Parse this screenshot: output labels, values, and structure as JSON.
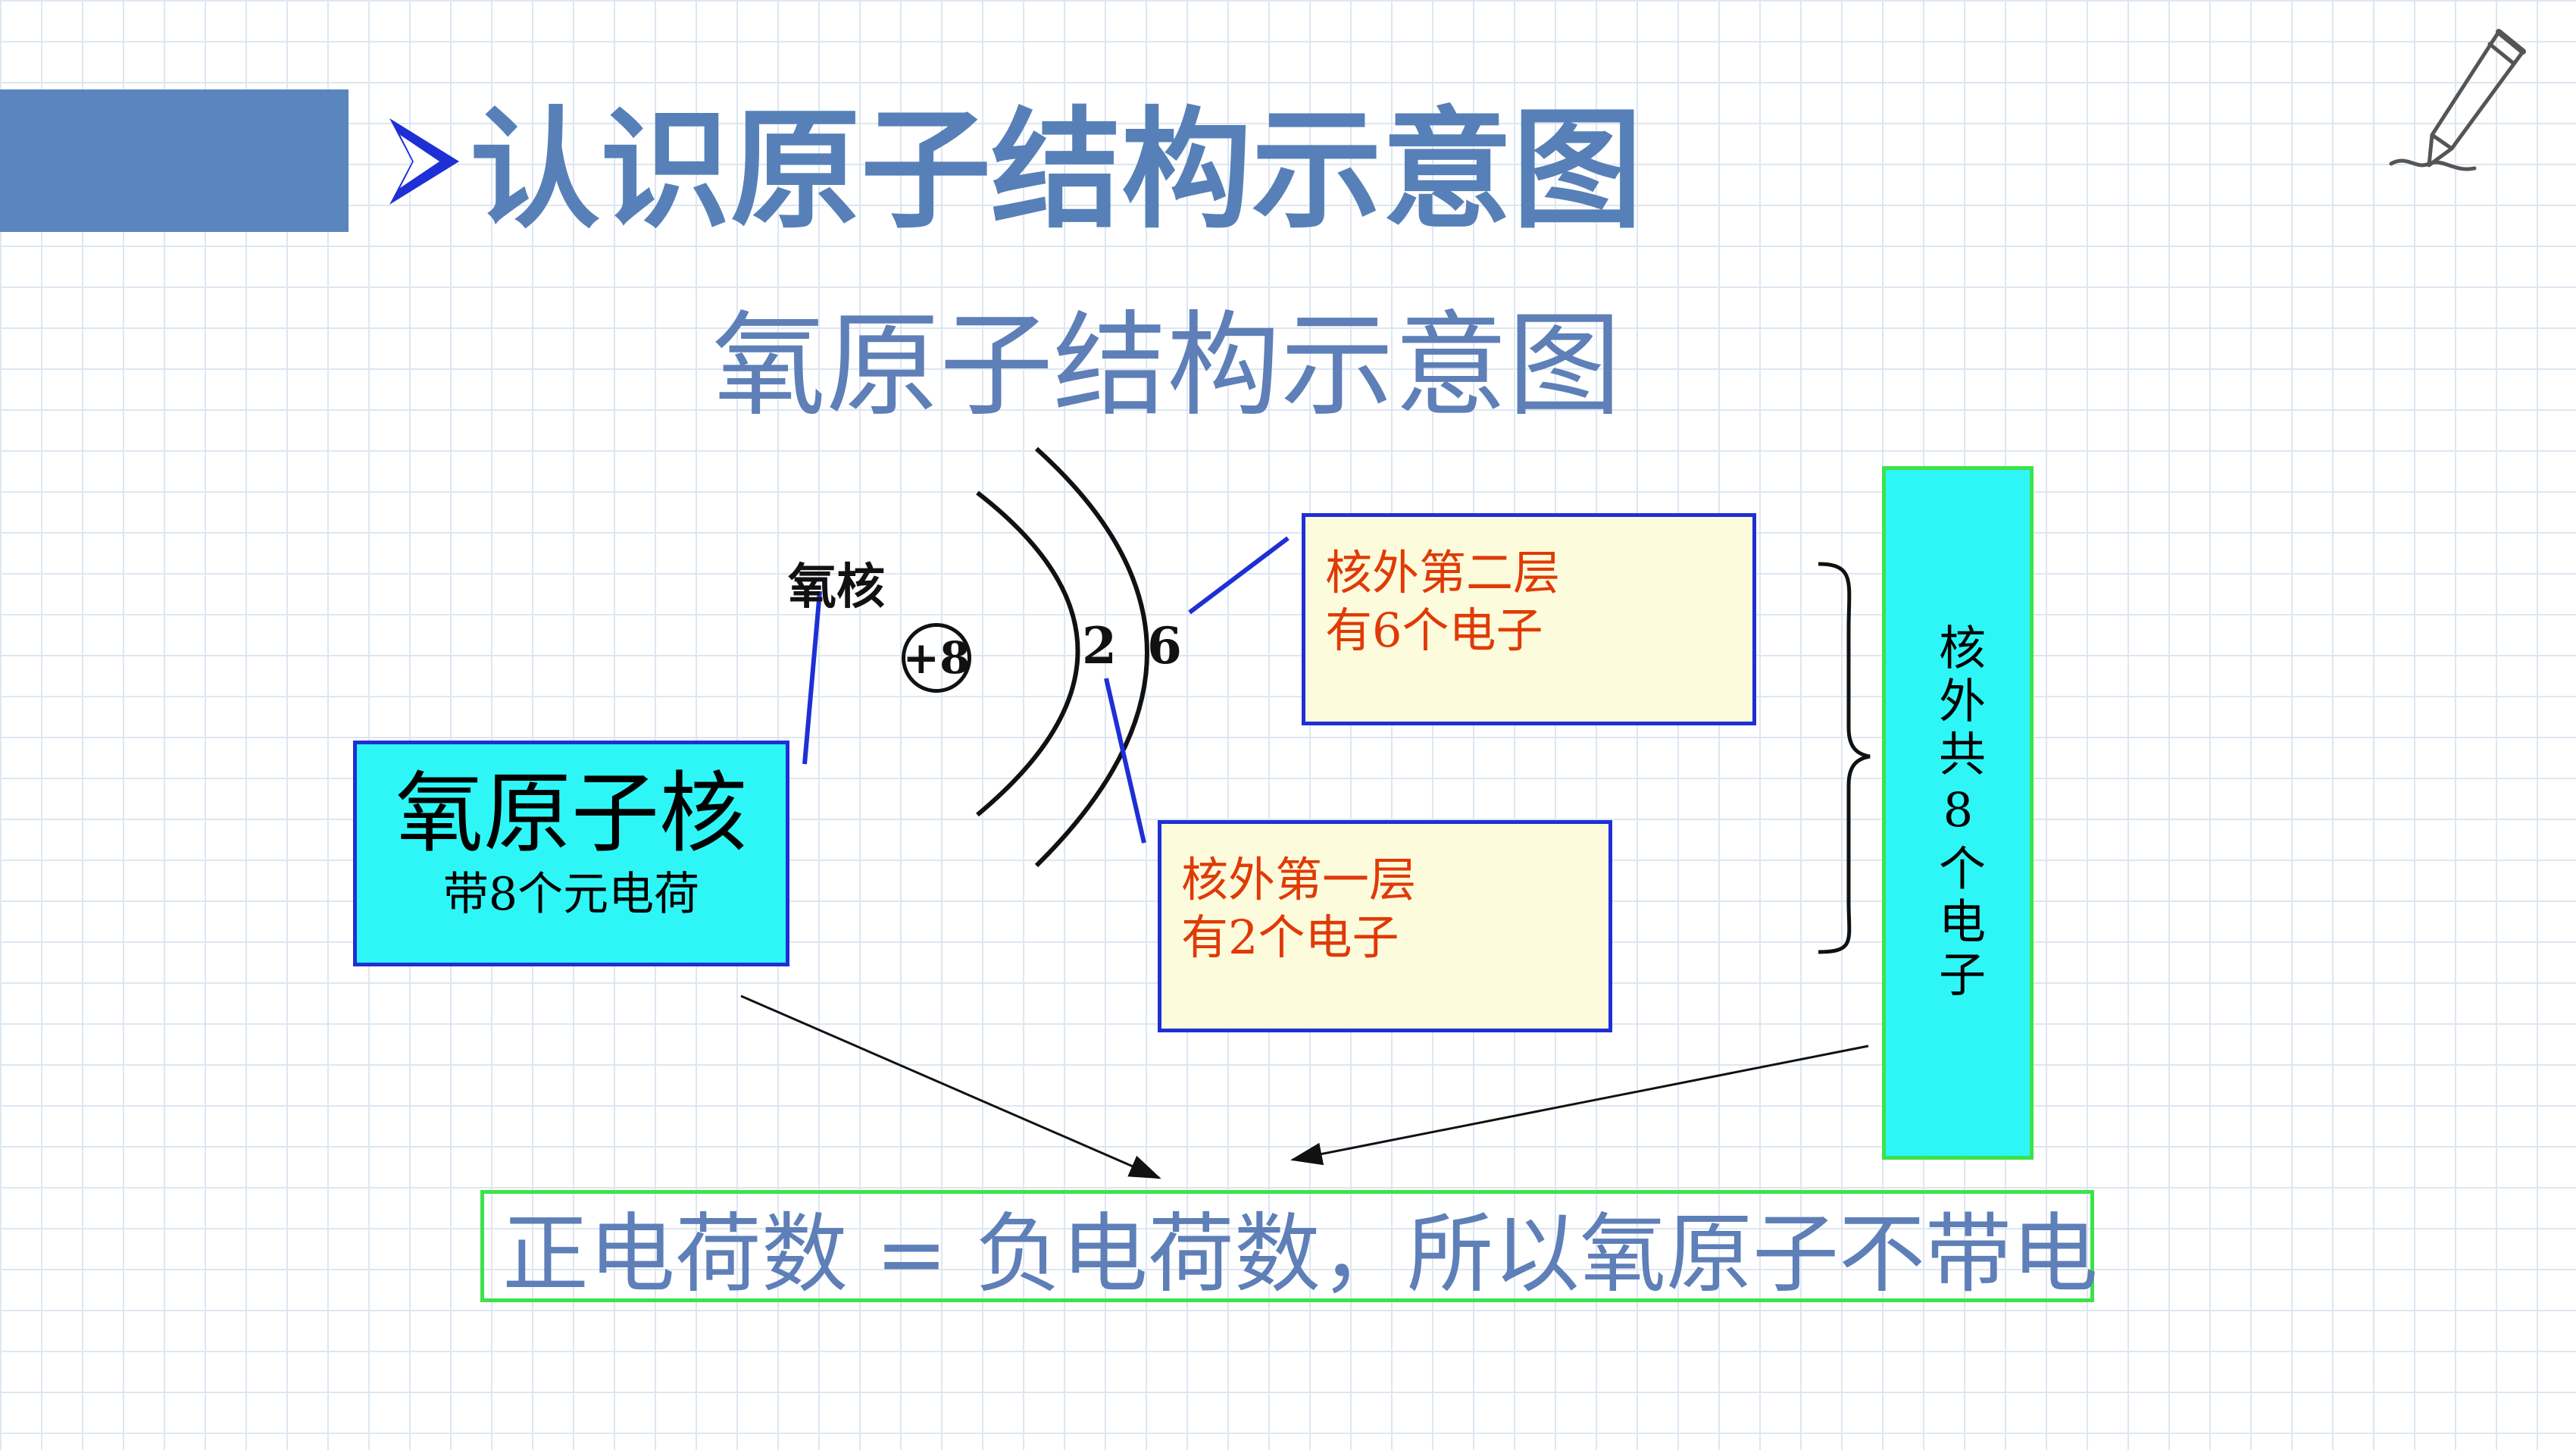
{
  "title": {
    "text": "认识原子结构示意图",
    "color": "#5780b8"
  },
  "subtitle": "氧原子结构示意图",
  "diagram": {
    "nucleus_label": "氧核",
    "nucleus_charge": "+8",
    "shell_counts": [
      "2",
      "6"
    ],
    "nucleus_box": {
      "title": "氧原子核",
      "detail": "带8个元电荷"
    },
    "layer2_box": {
      "line1": "核外第二层",
      "line2": "有6个电子"
    },
    "layer1_box": {
      "line1": "核外第一层",
      "line2": "有2个电子"
    },
    "total_box": "核外共8个电子"
  },
  "conclusion": "正电荷数 = 负电荷数，所以氧原子不带电",
  "colors": {
    "accent_blue": "#5b85bd",
    "box_fill_cyan": "#2ef6f6",
    "box_fill_cream": "#fcfbdc",
    "border_blue": "#1f2fd6",
    "border_green": "#3de24a",
    "label_red": "#e03a06"
  }
}
